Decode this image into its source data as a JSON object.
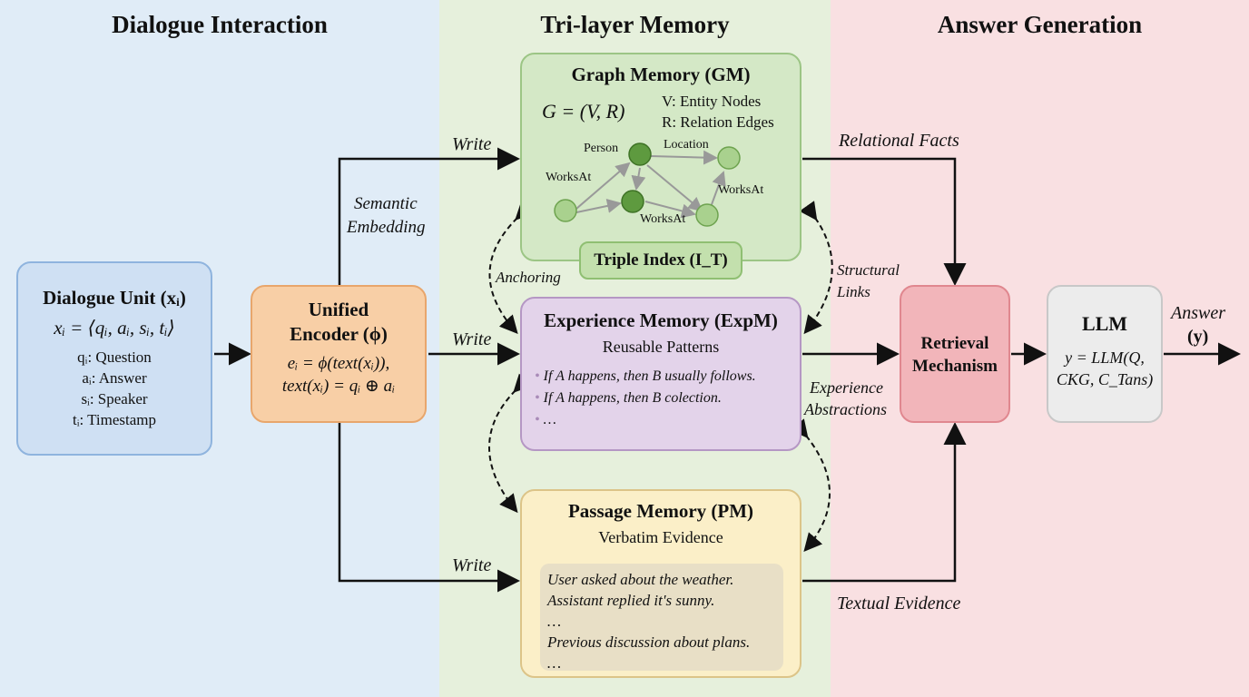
{
  "sections": {
    "dialogue": "Dialogue Interaction",
    "memory": "Tri-layer Memory",
    "answer": "Answer Generation"
  },
  "dialogue_unit": {
    "title": "Dialogue Unit (xᵢ)",
    "formula": "xᵢ = ⟨qᵢ, aᵢ, sᵢ, tᵢ⟩",
    "items": [
      "qᵢ: Question",
      "aᵢ: Answer",
      "sᵢ: Speaker",
      "tᵢ: Timestamp"
    ]
  },
  "encoder": {
    "title_line1": "Unified",
    "title_line2": "Encoder (ϕ)",
    "formula1": "eᵢ = ϕ(text(xᵢ)),",
    "formula2": "text(xᵢ) = qᵢ ⊕ aᵢ"
  },
  "graph_memory": {
    "title": "Graph Memory (GM)",
    "formula": "G = (V, R)",
    "legend_v": "V: Entity Nodes",
    "legend_r": "R: Relation Edges",
    "node_labels": {
      "person": "Person",
      "location": "Location"
    },
    "edge_labels": [
      "WorksAt",
      "WorksAt",
      "WorksAt"
    ],
    "triple_index": "Triple Index (I_T)"
  },
  "experience_memory": {
    "title": "Experience Memory (ExpM)",
    "subtitle": "Reusable Patterns",
    "bullets": [
      "If A happens, then B usually follows.",
      "If A happens, then B colection.",
      "…"
    ]
  },
  "passage_memory": {
    "title": "Passage Memory (PM)",
    "subtitle": "Verbatim Evidence",
    "lines": [
      "User asked about the weather.",
      "Assistant replied it's sunny.",
      "…",
      "Previous discussion about plans.",
      "…"
    ]
  },
  "retrieval": {
    "line1": "Retrieval",
    "line2": "Mechanism"
  },
  "llm": {
    "title": "LLM",
    "formula1": "y = LLM(Q,",
    "formula2": "CKG, C_Tans)"
  },
  "labels": {
    "write1": "Write",
    "write2": "Write",
    "write3": "Write",
    "semantic1": "Semantic",
    "semantic2": "Embedding",
    "anchoring": "Anchoring",
    "structural1": "Structural",
    "structural2": "Links",
    "relational": "Relational Facts",
    "experience1": "Experience",
    "experience2": "Abstractions",
    "textual": "Textual Evidence",
    "answer1": "Answer",
    "answer2": "(y)"
  },
  "colors": {
    "blue_box": "#cfe0f3",
    "orange_box": "#f8cfa6",
    "green_box": "#d4e8c6",
    "purple_box": "#e3d3ea",
    "yellow_box": "#fbefc8",
    "red_box": "#f2b5ba",
    "gray_box": "#ececec"
  }
}
